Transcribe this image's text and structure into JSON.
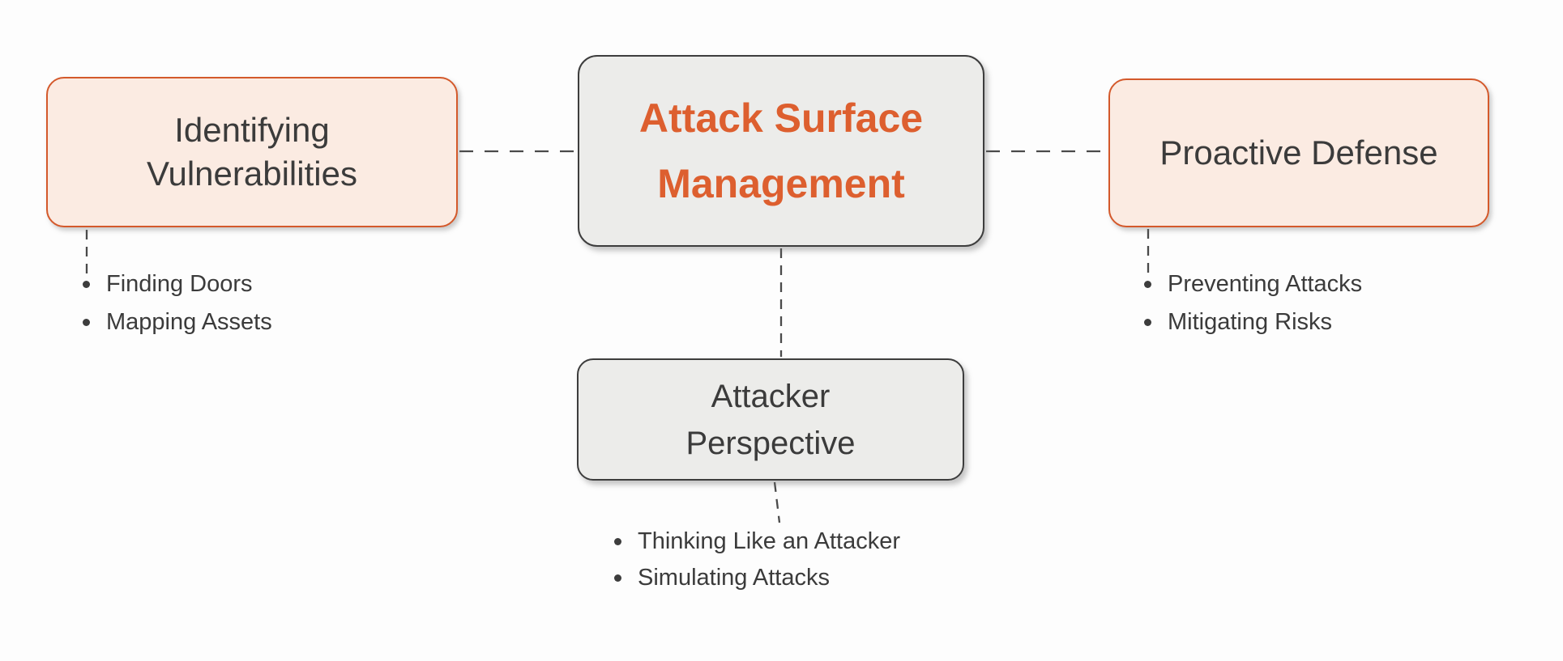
{
  "colors": {
    "accent": "#D4592B",
    "accent_text": "#DD5F2F",
    "peach_fill": "#FBEBE2",
    "gray_fill": "#ECECEA",
    "dark_border": "#3D3D3D",
    "text": "#3B3B3B",
    "connector": "#4A4A4A",
    "background": "#FDFDFD"
  },
  "diagram": {
    "center_node": {
      "label": "Attack Surface Management"
    },
    "left_node": {
      "label": "Identifying Vulnerabilities",
      "bullets": [
        "Finding Doors",
        "Mapping Assets"
      ]
    },
    "right_node": {
      "label": "Proactive Defense",
      "bullets": [
        "Preventing Attacks",
        "Mitigating Risks"
      ]
    },
    "bottom_node": {
      "label": "Attacker Perspective",
      "bullets": [
        "Thinking Like an Attacker",
        "Simulating Attacks"
      ]
    }
  }
}
